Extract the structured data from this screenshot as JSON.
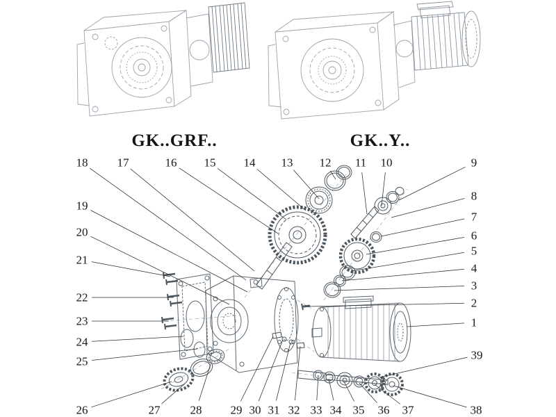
{
  "titles": {
    "left": "GK..GRF..",
    "right": "GK..Y.."
  },
  "callouts": [
    "18",
    "17",
    "16",
    "15",
    "14",
    "13",
    "12",
    "11",
    "10",
    "9",
    "8",
    "7",
    "6",
    "5",
    "4",
    "3",
    "2",
    "1",
    "39",
    "19",
    "20",
    "21",
    "22",
    "23",
    "24",
    "25",
    "26",
    "27",
    "28",
    "29",
    "30",
    "31",
    "32",
    "33",
    "34",
    "35",
    "36",
    "37",
    "38"
  ]
}
